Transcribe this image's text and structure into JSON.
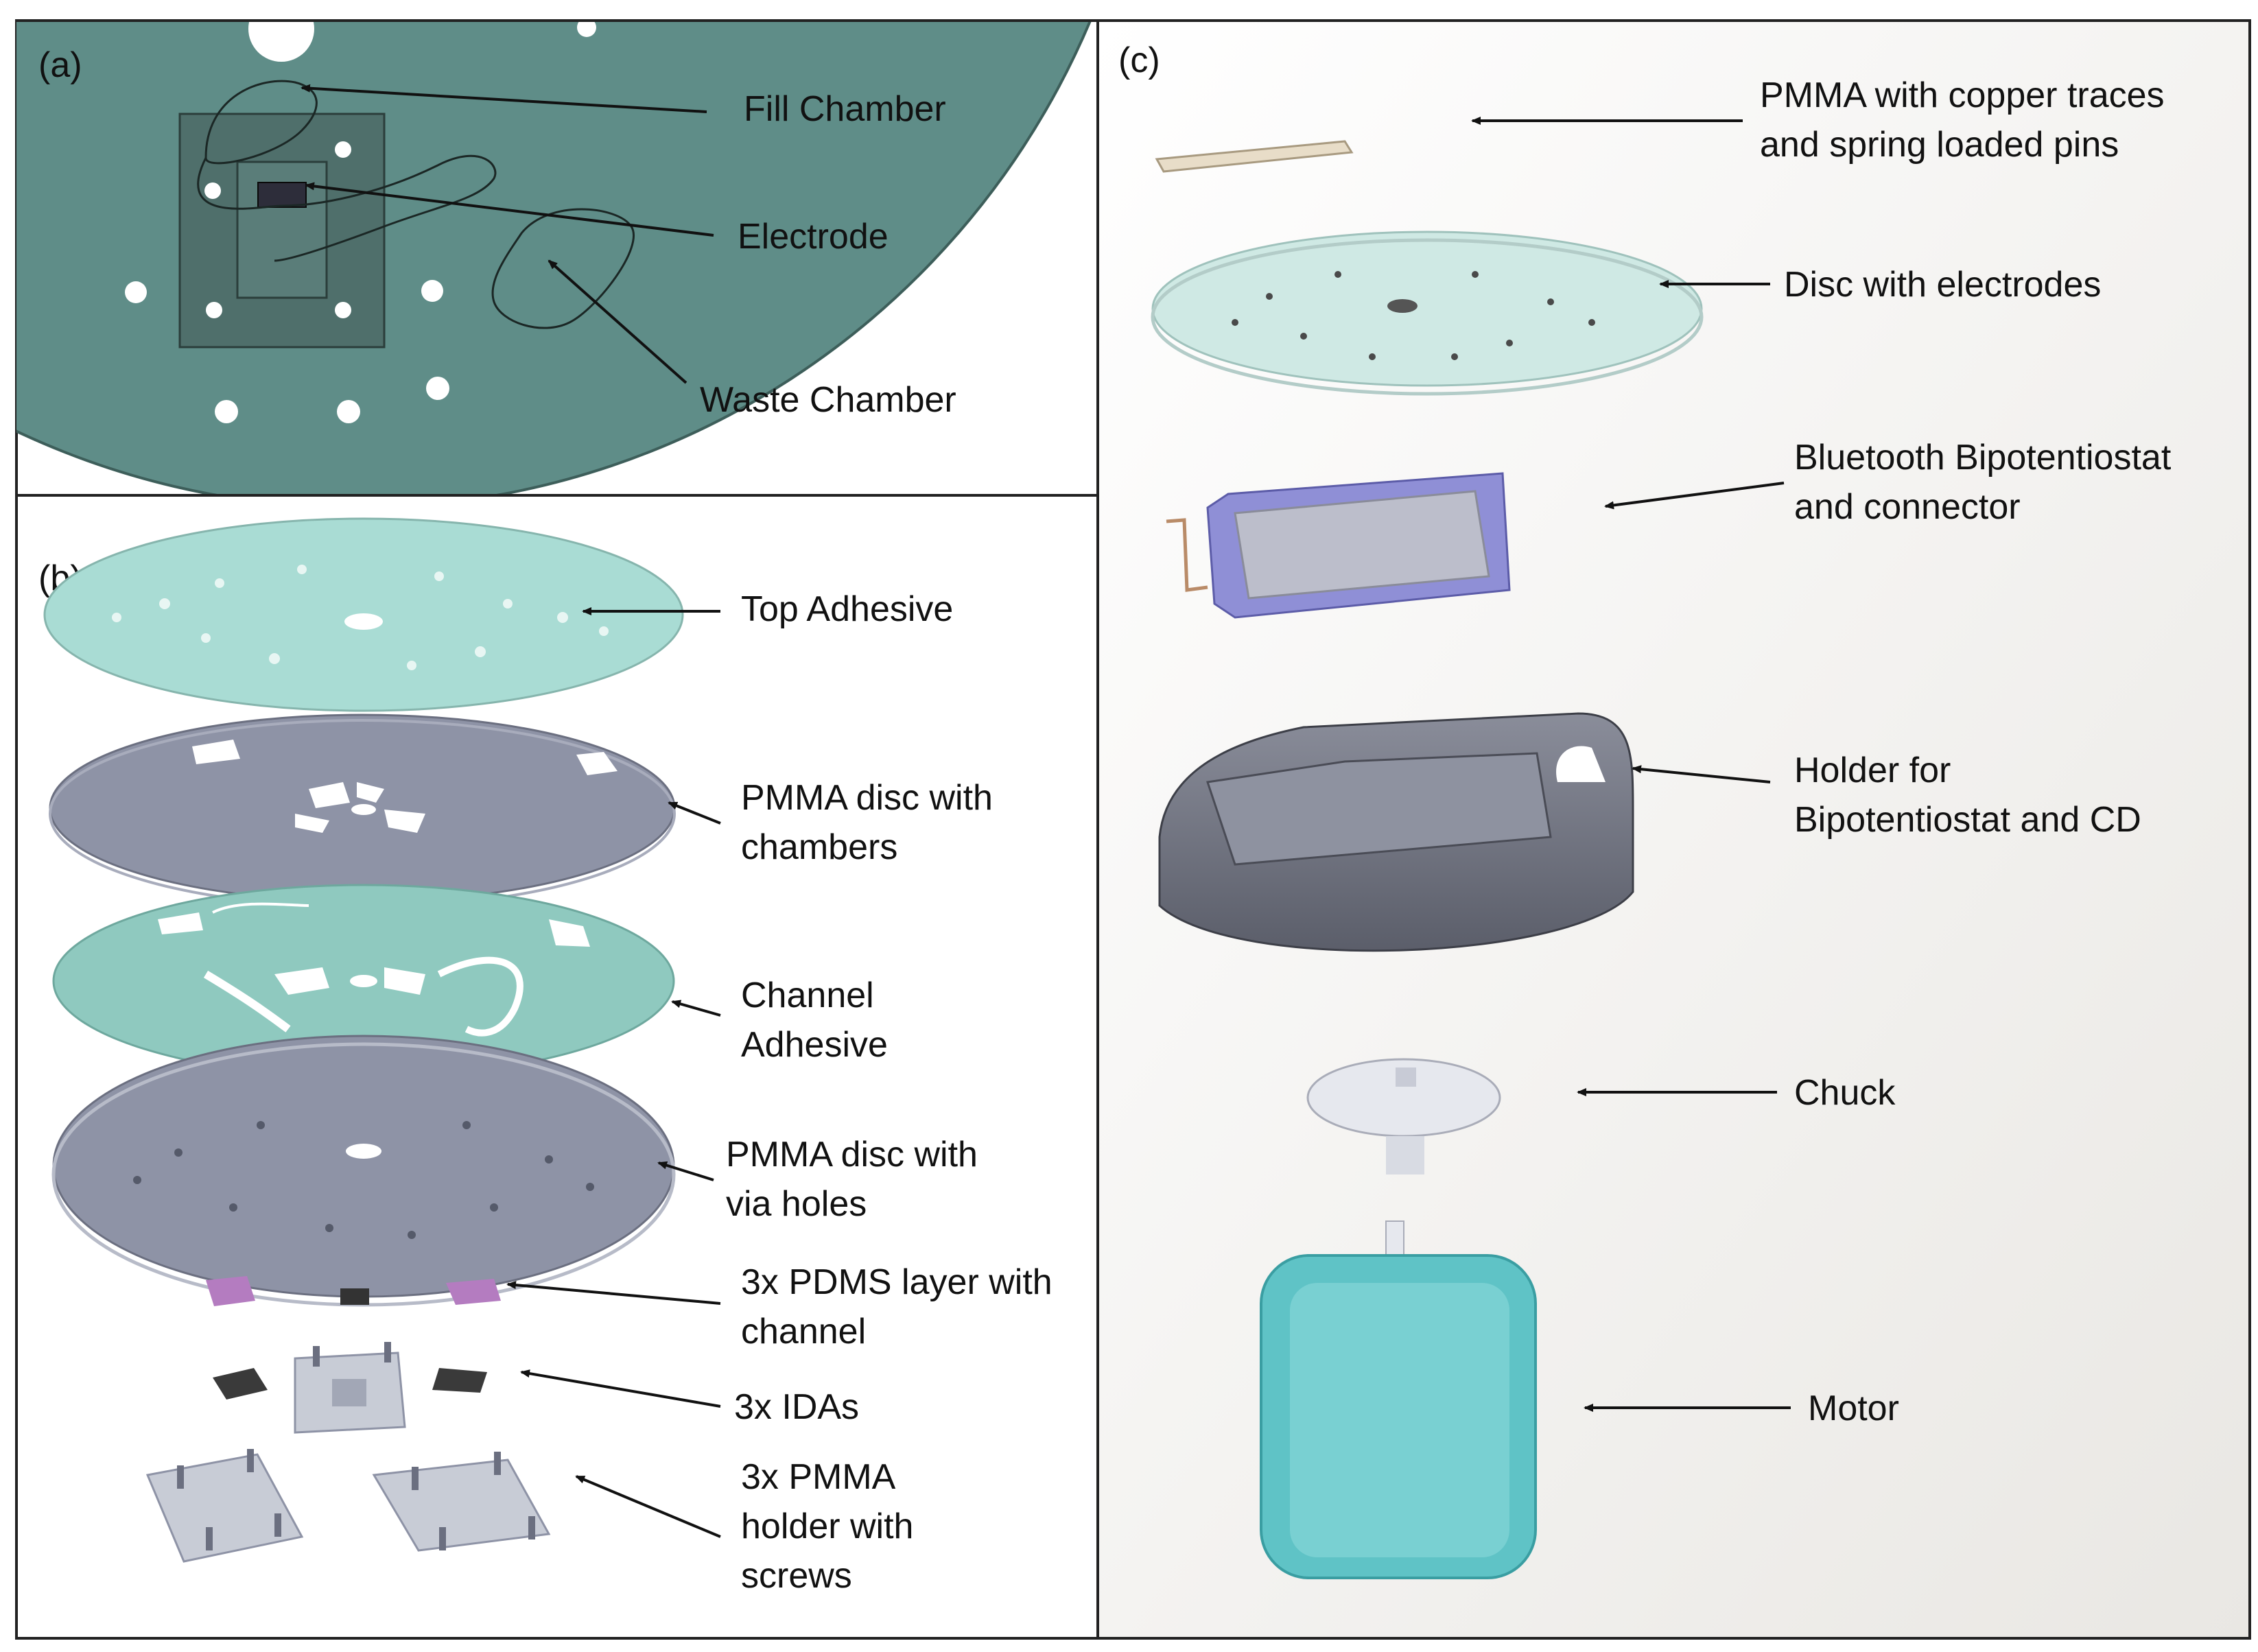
{
  "panels": {
    "a": {
      "tag": "(a)",
      "labels": {
        "fill_chamber": "Fill Chamber",
        "electrode": "Electrode",
        "waste_chamber": "Waste Chamber"
      }
    },
    "b": {
      "tag": "(b)",
      "labels": {
        "top_adhesive": "Top Adhesive",
        "pmma_chambers_1": "PMMA disc with",
        "pmma_chambers_2": "chambers",
        "channel_adhesive_1": "Channel",
        "channel_adhesive_2": "Adhesive",
        "pmma_via_1": "PMMA disc with",
        "pmma_via_2": "via holes",
        "pdms_1": "3x PDMS layer with",
        "pdms_2": "channel",
        "idas": "3x IDAs",
        "holder_1": "3x PMMA",
        "holder_2": "holder with",
        "holder_3": "screws"
      }
    },
    "c": {
      "tag": "(c)",
      "labels": {
        "copper_1": "PMMA with copper traces",
        "copper_2": "and spring loaded pins",
        "disc_electrodes": "Disc with electrodes",
        "bluetooth_1": "Bluetooth Bipotentiostat",
        "bluetooth_2": "and connector",
        "holder_1": "Holder for",
        "holder_2": "Bipotentiostat and CD",
        "chuck": "Chuck",
        "motor": "Motor"
      }
    }
  },
  "colors": {
    "disc_teal_dark": "#5f8d88",
    "adhesive_teal": "#a9dcd4",
    "pmma_grey": "#8e93a6",
    "pdms_purple": "#b47cc0",
    "motor_teal": "#5fc3c6",
    "bipot_purple": "#8f8fd6"
  }
}
